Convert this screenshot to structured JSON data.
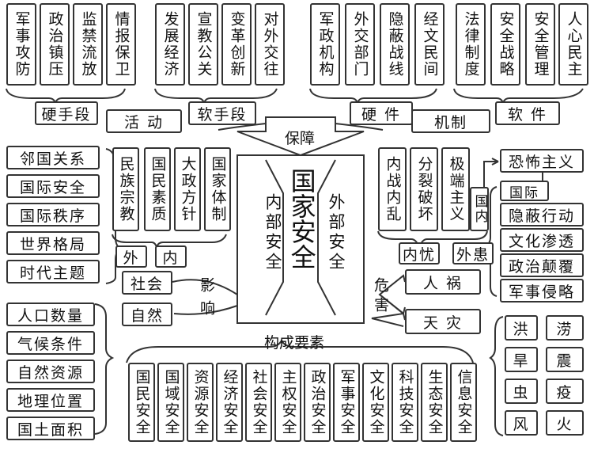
{
  "top_left": {
    "hard_items": [
      "军事攻防",
      "政治镇压",
      "监禁流放",
      "情报保卫"
    ],
    "soft_items": [
      "发展经济",
      "宣教公关",
      "变革创新",
      "对外交往"
    ],
    "hard_label": "硬手段",
    "activity_label": "活 动",
    "soft_label": "软手段"
  },
  "top_right": {
    "hard_items": [
      "军政机构",
      "外交部门",
      "隐蔽战线",
      "经文民间"
    ],
    "soft_items": [
      "法律制度",
      "安全战略",
      "安全管理",
      "人心民主"
    ],
    "hardware_label": "硬 件",
    "mechanism_label": "机制",
    "software_label": "软 件"
  },
  "guarantee_label": "保障",
  "center": {
    "title": "国家安全",
    "inner": "内部安全",
    "outer": "外部安全"
  },
  "left": {
    "society_items": [
      "邻国关系",
      "国际安全",
      "国际秩序",
      "世界格局",
      "时代主题"
    ],
    "outer_label": "外",
    "inner_label": "内",
    "inner_items": [
      "民族宗教",
      "国民素质",
      "大政方针",
      "国家体制"
    ],
    "society_label": "社会",
    "nature_label": "自然",
    "influence_label": "影响",
    "nature_items": [
      "人口数量",
      "气候条件",
      "自然资源",
      "地理位置",
      "国土面积"
    ]
  },
  "right": {
    "inner_items": [
      "内战内乱",
      "分裂破坏",
      "极端主义"
    ],
    "domestic_label": "国内",
    "international_label": "国际",
    "terror_label": "恐怖主义",
    "outer_items": [
      "隐蔽行动",
      "文化渗透",
      "政治颠覆",
      "军事侵略"
    ],
    "inner_worry_label": "内忧",
    "outer_trouble_label": "外患",
    "harm_label": "危害",
    "human_disaster_label": "人 祸",
    "natural_disaster_label": "天 灾",
    "disasters": [
      "洪",
      "涝",
      "旱",
      "震",
      "虫",
      "疫",
      "风",
      "火"
    ]
  },
  "bottom": {
    "elements_label": "构成要素",
    "items": [
      "国民安全",
      "国域安全",
      "资源安全",
      "经济安全",
      "社会安全",
      "主权安全",
      "政治安全",
      "军事安全",
      "文化安全",
      "科技安全",
      "生态安全",
      "信息安全"
    ]
  }
}
